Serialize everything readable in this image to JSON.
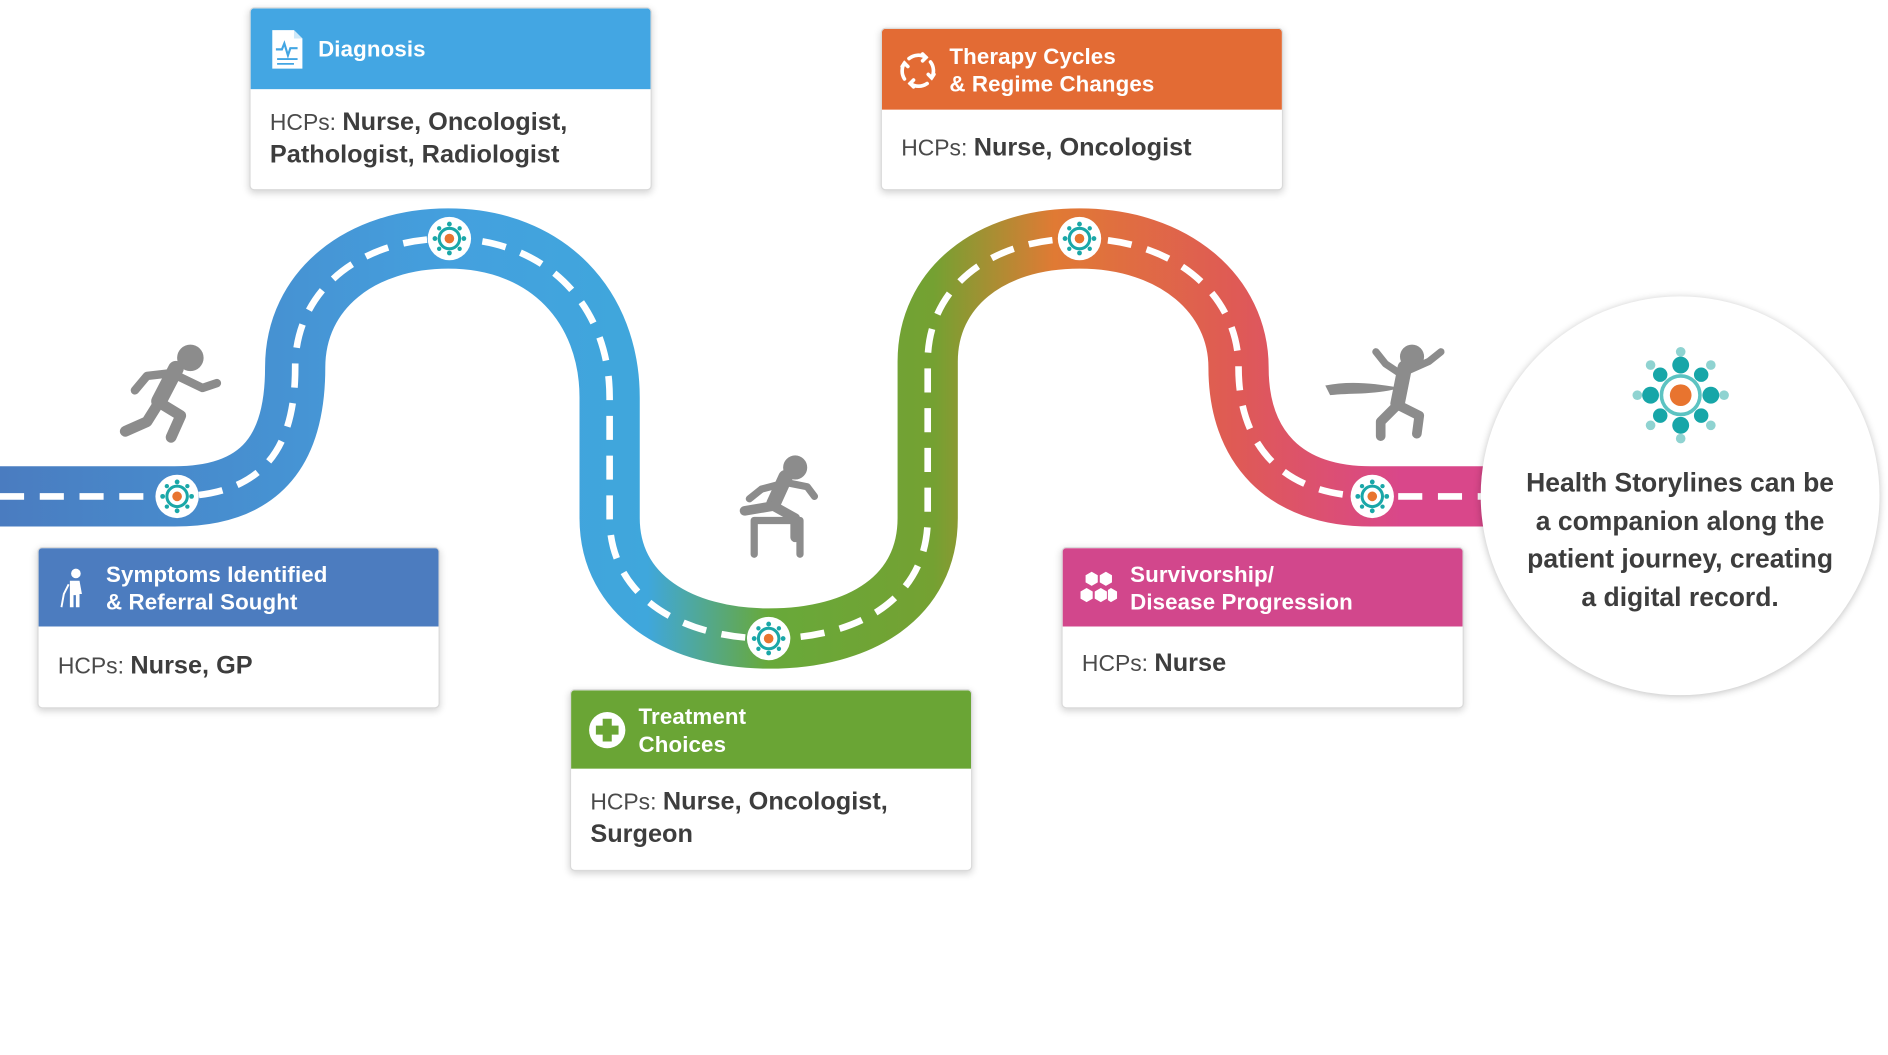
{
  "cards": [
    {
      "id": "symptoms",
      "title_line1": "Symptoms Identified",
      "title_line2": "& Referral Sought",
      "hcp_label": "HCPs:",
      "hcp_line1": "Nurse, GP",
      "hcp_line2": "",
      "color": "#4c7cbf",
      "icon": "patient-cane-icon"
    },
    {
      "id": "diagnosis",
      "title_line1": "Diagnosis",
      "title_line2": "",
      "hcp_label": "HCPs:",
      "hcp_line1": "Nurse, Oncologist,",
      "hcp_line2": "Pathologist, Radiologist",
      "color": "#43a6e3",
      "icon": "medical-report-icon"
    },
    {
      "id": "treatment",
      "title_line1": "Treatment",
      "title_line2": "Choices",
      "hcp_label": "HCPs:",
      "hcp_line1": "Nurse, Oncologist,",
      "hcp_line2": "Surgeon",
      "color": "#6aa535",
      "icon": "medical-cross-icon"
    },
    {
      "id": "therapy",
      "title_line1": "Therapy Cycles",
      "title_line2": "& Regime Changes",
      "hcp_label": "HCPs:",
      "hcp_line1": "Nurse, Oncologist",
      "hcp_line2": "",
      "color": "#e36b34",
      "icon": "cycle-arrows-icon"
    },
    {
      "id": "survivorship",
      "title_line1": "Survivorship/",
      "title_line2": "Disease Progression",
      "hcp_label": "HCPs:",
      "hcp_line1": "Nurse",
      "hcp_line2": "",
      "color": "#d2478c",
      "icon": "hexagon-cells-icon"
    }
  ],
  "summary": {
    "text": "Health Storylines can be a companion along the patient journey, creating a digital record.",
    "logo_icon": "health-storylines-flower-icon"
  },
  "figures": [
    "running-person-icon",
    "hurdling-person-icon",
    "finish-line-person-icon"
  ],
  "markers": [
    "milestone-marker-icon"
  ],
  "colors": {
    "road_start": "#4a7cc0",
    "road_blue": "#42a4e0",
    "road_green": "#6ba83a",
    "road_orange": "#e07836",
    "road_red": "#de5a55",
    "road_pink": "#d9478a",
    "figure_gray": "#8c8c8c",
    "logo_teal": "#17a6a8",
    "logo_orange": "#e8742f"
  }
}
